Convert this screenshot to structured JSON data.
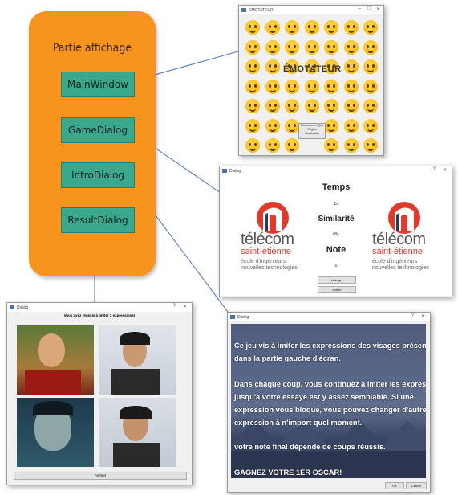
{
  "panel": {
    "title": "Partie affichage",
    "classes": [
      "MainWindow",
      "GameDialog",
      "IntroDialog",
      "ResultDialog"
    ],
    "color": "#f7941d",
    "button_color": "#3aa88c"
  },
  "main_window": {
    "title": "EMOTATEUR",
    "overlay_label": "ÉMOTATEUR",
    "mini_buttons": [
      "Commencer le jeu",
      "Règles",
      "Introduction"
    ]
  },
  "game_dialog": {
    "title": "Dialog",
    "temps_label": "Temps",
    "temps_value": "1s",
    "similarite_label": "Similarité",
    "similarite_value": "0%",
    "note_label": "Note",
    "note_value": "0",
    "buttons": [
      "changer",
      "quitter"
    ],
    "logo": {
      "line1": "télécom",
      "line2": "saint-étienne",
      "line3": "école d'ingénieurs",
      "line4": "nouvelles technologies"
    }
  },
  "intro_dialog": {
    "title": "Dialog",
    "lines": [
      "Ce jeu vis à imiter les expressions des visages présents",
      "dans la partie gauche d'écran.",
      "",
      "Dans chaque coup, vous continuez à imiter les expressions",
      "jusqu'à votre essaye est y assez semblable. Si une",
      "expression vous bloque, vous pouvez changer d'autre",
      "expression à n'import quel moment.",
      "",
      "votre note final dépende de coups réussis.",
      "",
      "GAGNEZ VOTRE 1ER OSCAR!"
    ],
    "ok_label": "OK",
    "cancel_label": "Cancel"
  },
  "result_dialog": {
    "title": "Dialog",
    "header": "Vous avez réussis à imiter 2 expressions!",
    "button": "Fermer"
  }
}
